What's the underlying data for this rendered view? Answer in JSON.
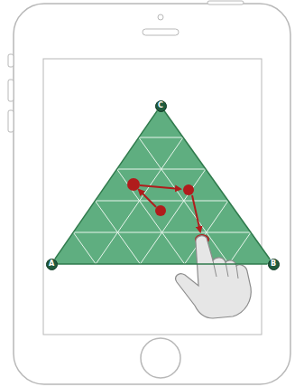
{
  "diagram": {
    "nodes": [
      {
        "text": [
          "C"
        ]
      },
      {
        "text": [
          "A"
        ]
      },
      {
        "text": [
          "B"
        ]
      }
    ],
    "edges": [
      {
        "from": 1,
        "to": 2,
        "arrow": "none"
      },
      {
        "from": 2,
        "to": 0,
        "arrow": "none"
      },
      {
        "from": 0,
        "to": 1,
        "arrow": "none"
      }
    ]
  }
}
